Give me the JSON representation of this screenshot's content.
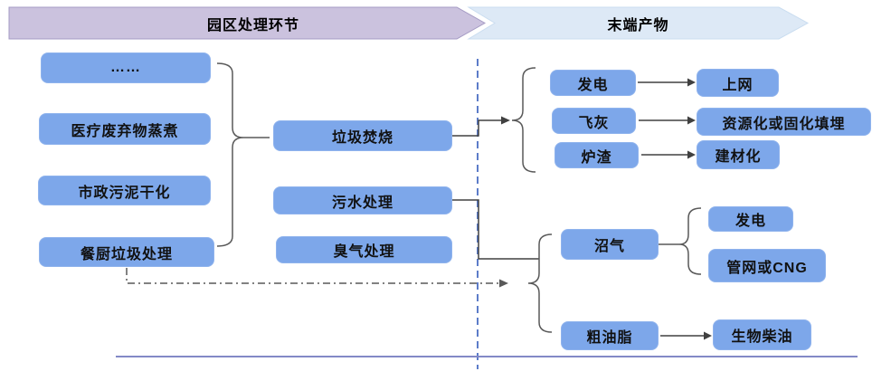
{
  "banners": {
    "process": "园区处理环节",
    "products": "末端产物"
  },
  "nodes": {
    "ellipsis": "……",
    "medical": "医疗废弃物蒸煮",
    "sludge": "市政污泥干化",
    "kitchen": "餐厨垃圾处理",
    "incineration": "垃圾焚烧",
    "sewage": "污水处理",
    "odor": "臭气处理",
    "power_gen": "发电",
    "grid": "上网",
    "fly_ash": "飞灰",
    "fly_ash_out": "资源化或固化填埋",
    "slag": "炉渣",
    "slag_out": "建材化",
    "biogas": "沼气",
    "biogas_power": "发电",
    "biogas_cng": "管网或CNG",
    "crude_grease": "粗油脂",
    "biodiesel": "生物柴油"
  },
  "colors": {
    "node_fill": "#7DA7EA",
    "node_border": "#8FB3ED",
    "process_banner_fill": "#CBC2DE",
    "products_banner_fill": "#DDE9F6",
    "connector": "#404040",
    "dashdot_connector": "#595959",
    "divider_dashed": "#5C7CC9",
    "bottom_rule": "#8389C6"
  }
}
